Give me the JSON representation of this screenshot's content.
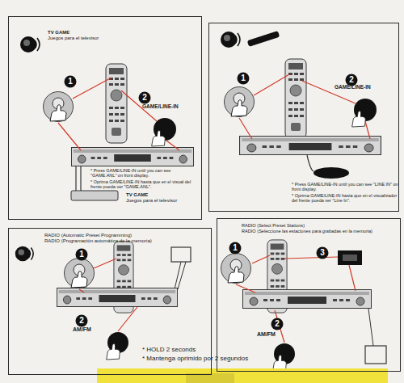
{
  "diagram": {
    "nodes": [
      {
        "text": [
          "TV GAME",
          "Juegos para el televisor"
        ]
      },
      {
        "text": [
          "1"
        ],
        "in": 0
      },
      {
        "text": [
          "2"
        ],
        "in": 0
      },
      {
        "text": [
          "* Press GAME/LINE-IN until you can see \"LINE IN\" on front display.",
          "* Oprima GAME/LINE-IN hasta que en el visualizador del frente pueda ver \"Line In\"."
        ]
      },
      {
        "text": [
          "1"
        ],
        "in": 3
      },
      {
        "text": [
          "2"
        ],
        "in": 3
      },
      {
        "text": [
          "RADIO (Automatic Preset Programming)",
          "RADIO (Programación automática de la memoria)"
        ]
      },
      {
        "text": [
          "1"
        ],
        "in": 6
      },
      {
        "text": [
          "2"
        ],
        "in": 6
      },
      {
        "text": [
          "RADIO (Select Preset Stations)",
          "RADIO (Seleccione las estaciones para grabadas en la memoria)"
        ]
      },
      {
        "text": [
          "1"
        ],
        "in": 9
      },
      {
        "text": [
          "3"
        ],
        "in": 9
      },
      {
        "text": [
          "2"
        ],
        "in": 9
      }
    ],
    "labels": [
      "GAME/LINE-IN",
      "* Press GAME/LINE-IN until you can see \"GAME.ANL\" on front display.",
      "* Oprima GAME/LINE-IN hasta que en el visual del frente pueda ver \"GAME.ANL\".",
      "TV GAME",
      "Juegos para el televisor",
      "GAME/LINE-IN",
      "AM/FM",
      "* HOLD 2 seconds",
      "* Mantenga oprimido por 2 segundos",
      "AM/FM"
    ]
  }
}
